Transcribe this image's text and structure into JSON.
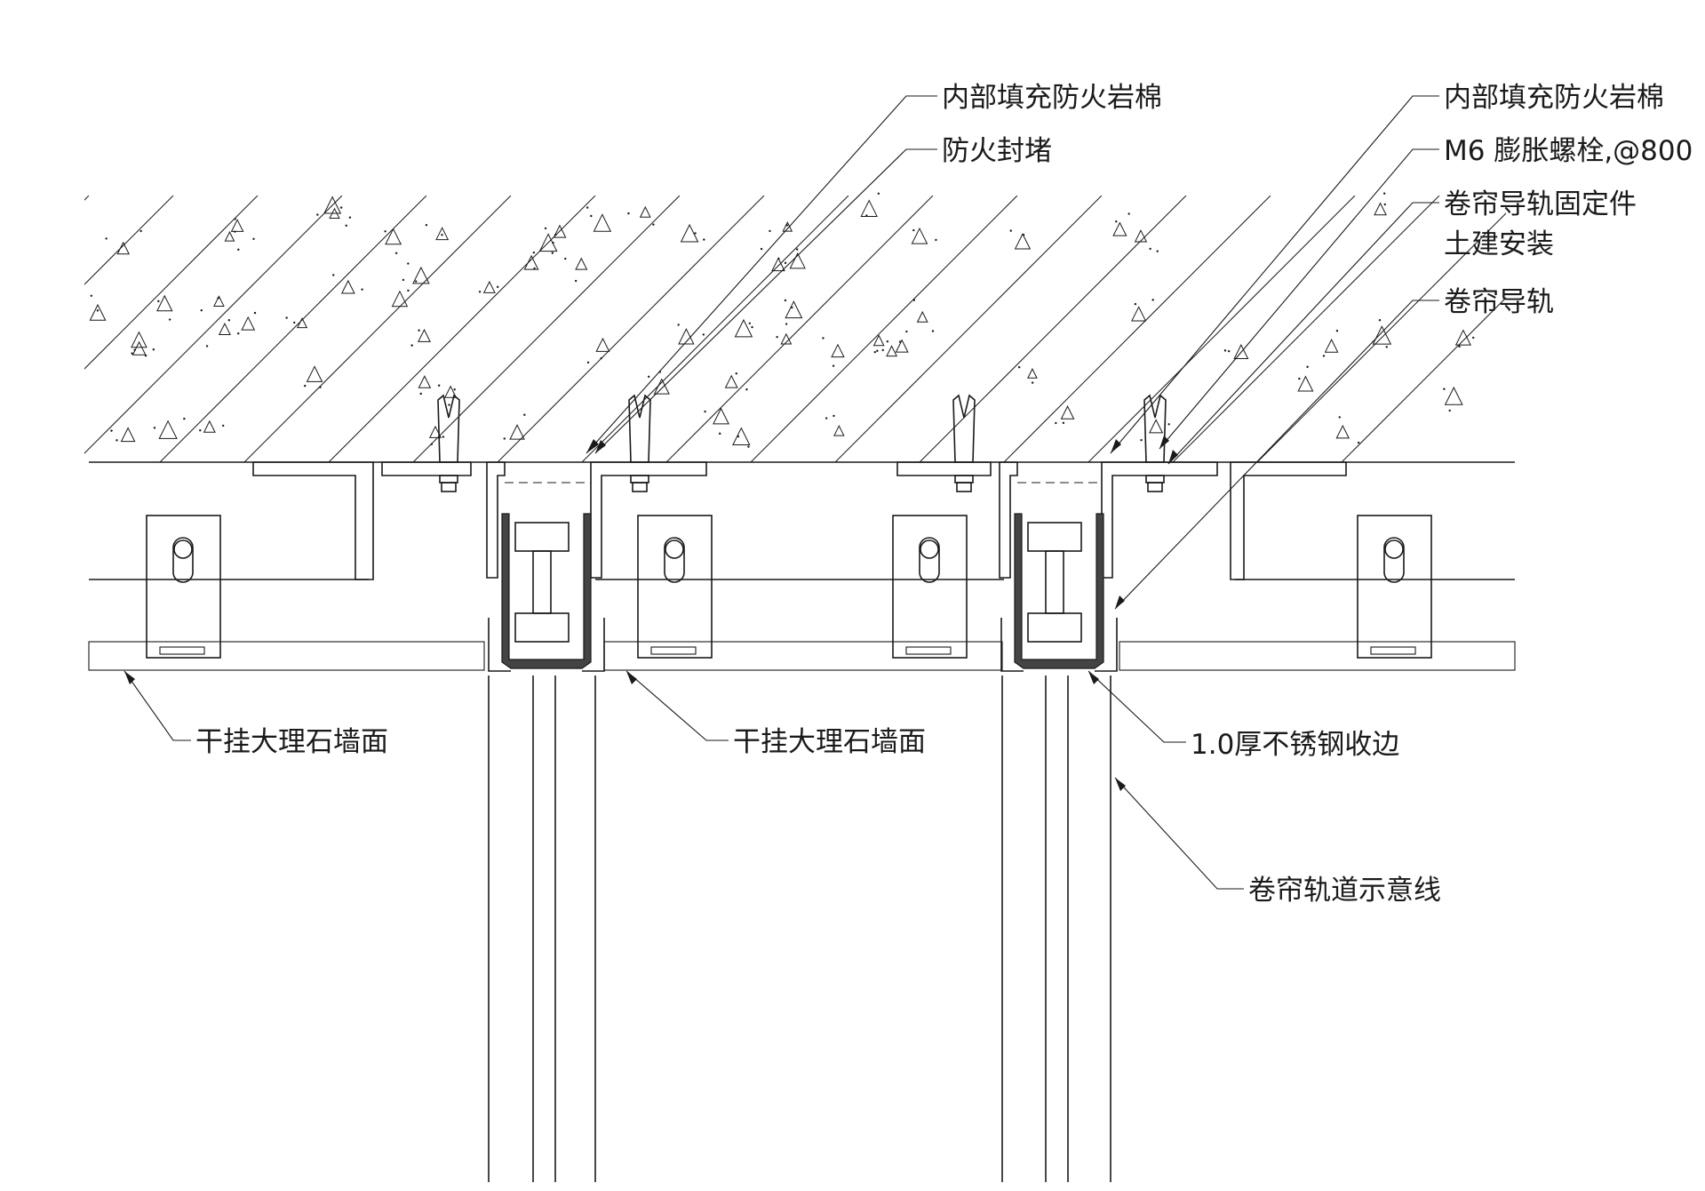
{
  "labels": {
    "fill_rockwool_left": "内部填充防火岩棉",
    "fire_seal": "防火封堵",
    "fill_rockwool_right": "内部填充防火岩棉",
    "expansion_bolt": "M6 膨胀螺栓,@800",
    "rail_fixing": "卷帘导轨固定件",
    "civil_install": "土建安装",
    "shutter_rail": "卷帘导轨",
    "marble_left": "干挂大理石墙面",
    "marble_mid": "干挂大理石墙面",
    "stainless_trim": "1.0厚不锈钢收边",
    "rail_line": "卷帘轨道示意线"
  },
  "colors": {
    "line": "#1a1a1a",
    "background": "#ffffff"
  }
}
